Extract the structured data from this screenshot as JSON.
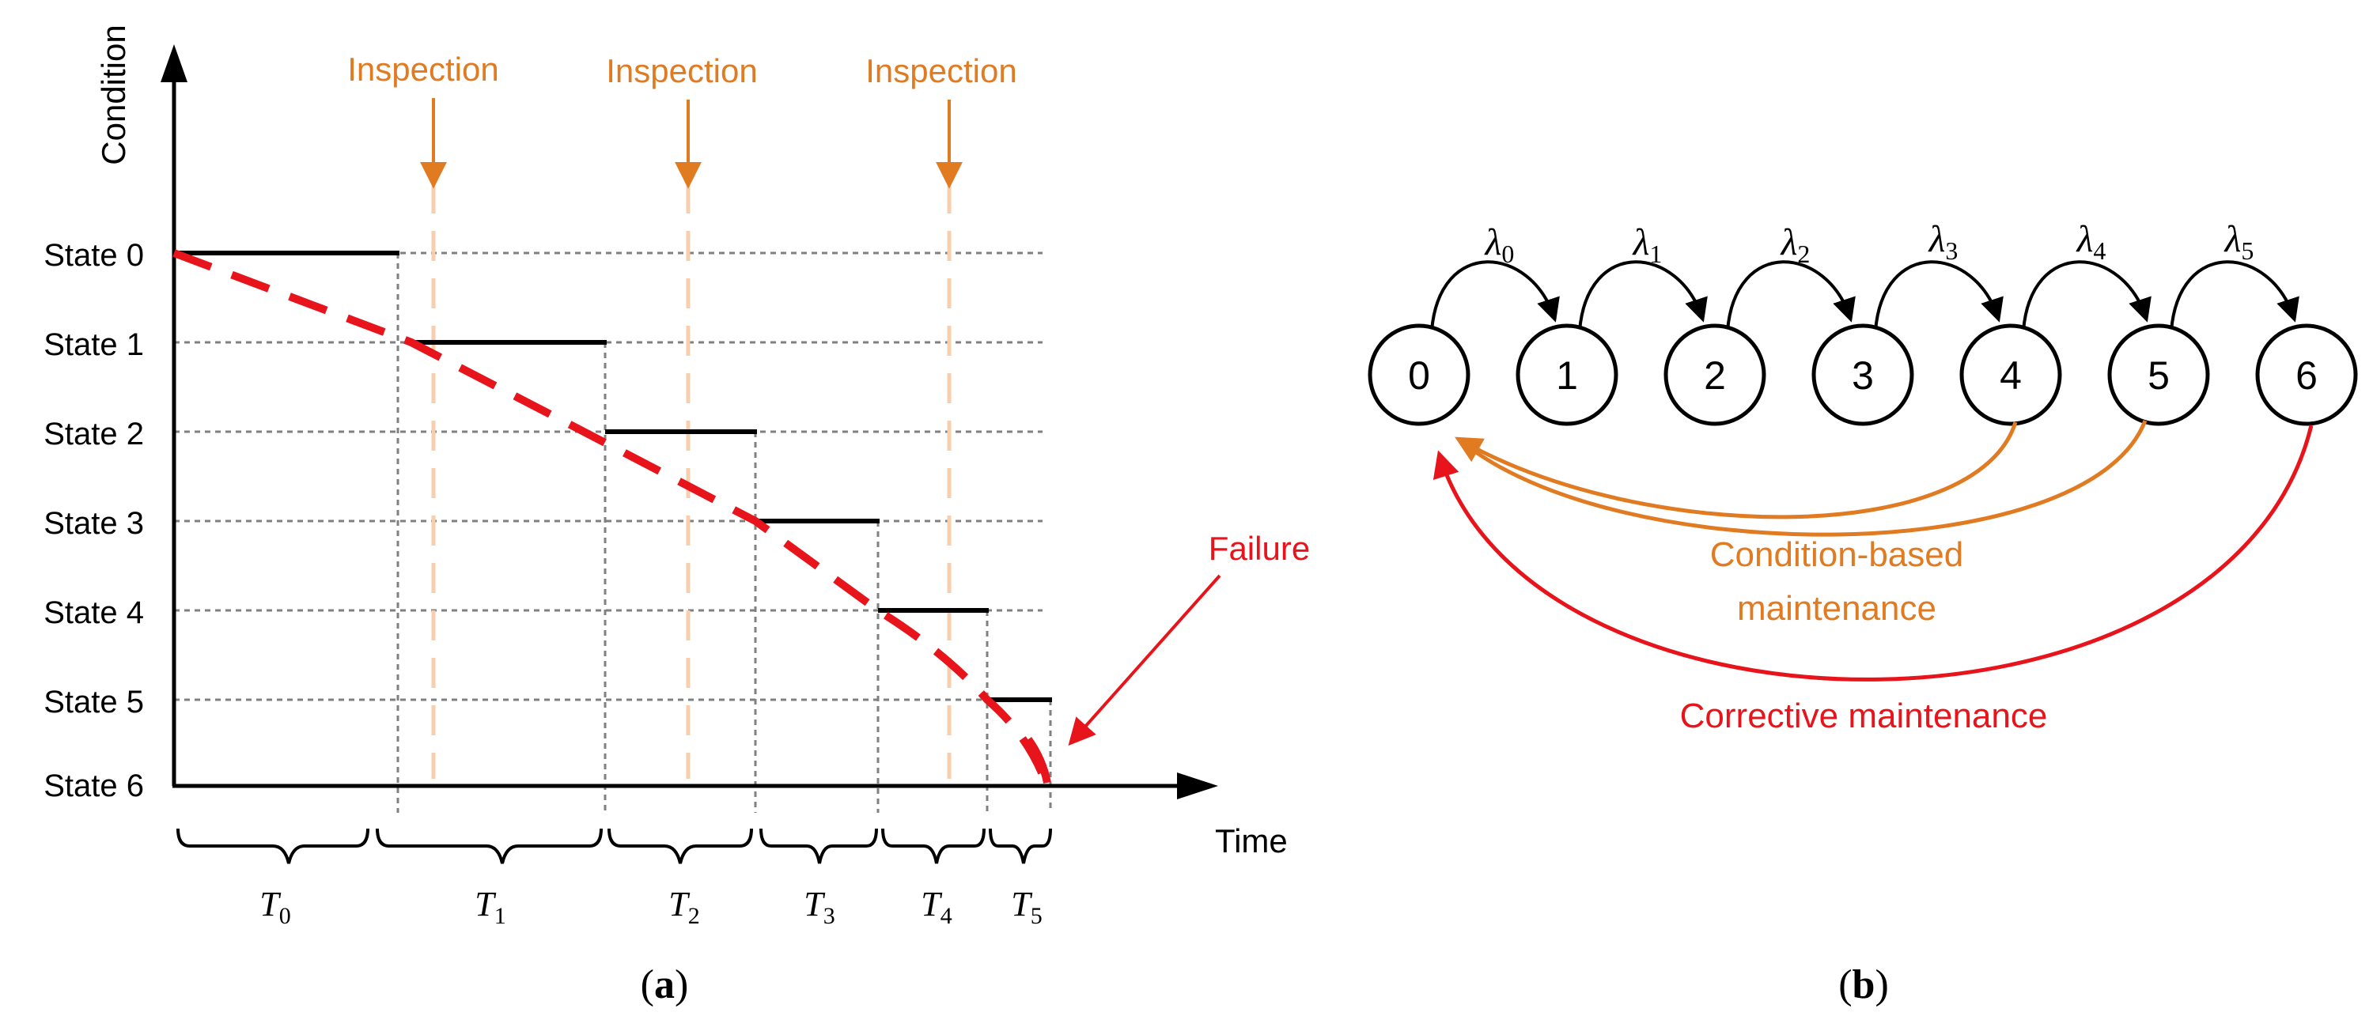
{
  "panel_a": {
    "y_axis_label": "Condition",
    "x_axis_label": "Time",
    "states": [
      "State 0",
      "State 1",
      "State 2",
      "State 3",
      "State 4",
      "State 5",
      "State 6"
    ],
    "inspection_label": "Inspection",
    "inspections": [
      "Inspection",
      "Inspection",
      "Inspection"
    ],
    "failure_label": "Failure",
    "intervals": [
      {
        "base": "T",
        "sub": "0"
      },
      {
        "base": "T",
        "sub": "1"
      },
      {
        "base": "T",
        "sub": "2"
      },
      {
        "base": "T",
        "sub": "3"
      },
      {
        "base": "T",
        "sub": "4"
      },
      {
        "base": "T",
        "sub": "5"
      }
    ],
    "caption_open": "(",
    "caption_letter": "a",
    "caption_close": ")"
  },
  "panel_b": {
    "nodes": [
      "0",
      "1",
      "2",
      "3",
      "4",
      "5",
      "6"
    ],
    "rates": [
      {
        "base": "λ",
        "sub": "0"
      },
      {
        "base": "λ",
        "sub": "1"
      },
      {
        "base": "λ",
        "sub": "2"
      },
      {
        "base": "λ",
        "sub": "3"
      },
      {
        "base": "λ",
        "sub": "4"
      },
      {
        "base": "λ",
        "sub": "5"
      }
    ],
    "cbm_line1": "Condition-based",
    "cbm_line2": "maintenance",
    "cm_label": "Corrective maintenance",
    "caption_open": "(",
    "caption_letter": "b",
    "caption_close": ")"
  },
  "colors": {
    "inspection": "#E07B22",
    "inspection_guide": "#F7CFAE",
    "failure": "#E8141C",
    "ink": "#000000",
    "grid": "#808080"
  }
}
